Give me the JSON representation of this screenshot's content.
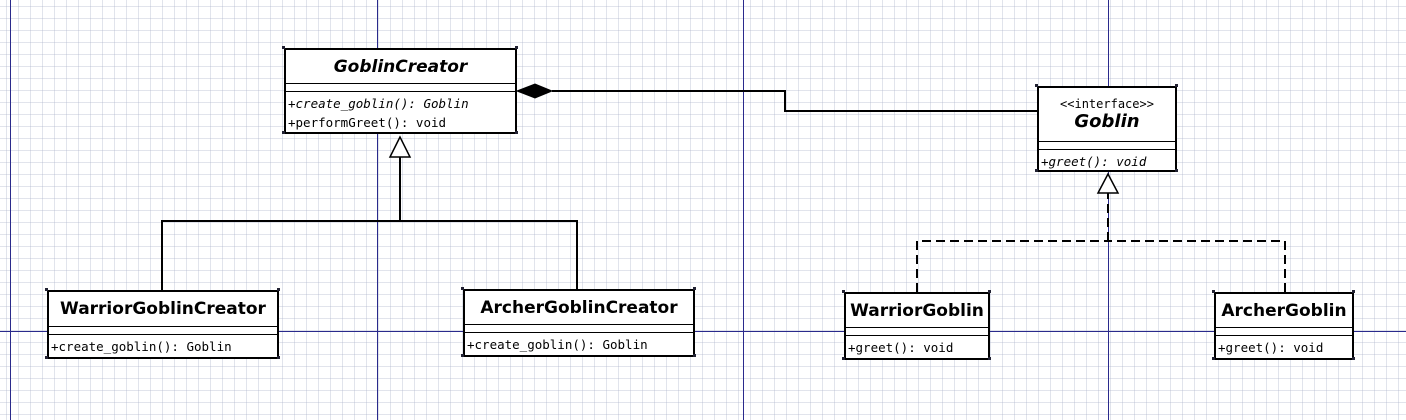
{
  "colors": {
    "grid_major": "#2a2a8c",
    "line": "#000000",
    "box_fill": "#ffffff"
  },
  "classes": {
    "goblin_creator": {
      "name": "GoblinCreator",
      "operations": [
        "+create_goblin(): Goblin",
        "+performGreet(): void"
      ]
    },
    "goblin": {
      "stereotype": "<<interface>>",
      "name": "Goblin",
      "operations": [
        "+greet(): void"
      ]
    },
    "warrior_goblin_creator": {
      "name": "WarriorGoblinCreator",
      "operations": [
        "+create_goblin(): Goblin"
      ]
    },
    "archer_goblin_creator": {
      "name": "ArcherGoblinCreator",
      "operations": [
        "+create_goblin(): Goblin"
      ]
    },
    "warrior_goblin": {
      "name": "WarriorGoblin",
      "operations": [
        "+greet(): void"
      ]
    },
    "archer_goblin": {
      "name": "ArcherGoblin",
      "operations": [
        "+greet(): void"
      ]
    }
  },
  "relationships": [
    {
      "type": "composition",
      "whole": "GoblinCreator",
      "part": "Goblin"
    },
    {
      "type": "generalization",
      "child": "WarriorGoblinCreator",
      "parent": "GoblinCreator"
    },
    {
      "type": "generalization",
      "child": "ArcherGoblinCreator",
      "parent": "GoblinCreator"
    },
    {
      "type": "realization",
      "child": "WarriorGoblin",
      "parent": "Goblin"
    },
    {
      "type": "realization",
      "child": "ArcherGoblin",
      "parent": "Goblin"
    }
  ]
}
